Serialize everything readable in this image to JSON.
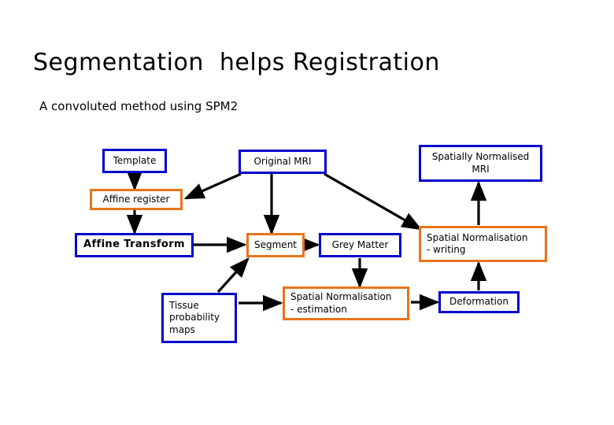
{
  "slide": {
    "title": "Segmentation  helps Registration",
    "subtitle": "A convoluted method using SPM2",
    "background_color": "#ffffff",
    "text_color": "#000000"
  },
  "palette": {
    "blue_border": "#0000cc",
    "orange_border": "#e8741a",
    "arrow_color": "#000000",
    "box_fill": "#ffffff"
  },
  "diagram": {
    "type": "flowchart",
    "nodes": [
      {
        "id": "template",
        "label": "Template",
        "color": "blue",
        "align": "center",
        "bold": false
      },
      {
        "id": "original_mri",
        "label": "Original MRI",
        "color": "blue",
        "align": "center",
        "bold": false
      },
      {
        "id": "sn_mri",
        "label": "Spatially Normalised\nMRI",
        "color": "blue",
        "align": "center",
        "bold": false
      },
      {
        "id": "affine_reg",
        "label": "Affine register",
        "color": "orange",
        "align": "center",
        "bold": false
      },
      {
        "id": "affine_trans",
        "label": "Affine Transform",
        "color": "blue",
        "align": "center",
        "bold": true
      },
      {
        "id": "segment",
        "label": "Segment",
        "color": "orange",
        "align": "center",
        "bold": false
      },
      {
        "id": "grey_matter",
        "label": "Grey Matter",
        "color": "blue",
        "align": "center",
        "bold": false
      },
      {
        "id": "sn_writing",
        "label": "Spatial Normalisation\n- writing",
        "color": "orange",
        "align": "left",
        "bold": false
      },
      {
        "id": "tissue_maps",
        "label": "Tissue\nprobability\nmaps",
        "color": "blue",
        "align": "left",
        "bold": false
      },
      {
        "id": "sn_estimation",
        "label": "Spatial Normalisation\n- estimation",
        "color": "orange",
        "align": "left",
        "bold": false
      },
      {
        "id": "deformation",
        "label": "Deformation",
        "color": "blue",
        "align": "center",
        "bold": false
      }
    ],
    "edges": [
      {
        "from": "template",
        "to": "affine_reg",
        "style": "straight-down"
      },
      {
        "from": "affine_reg",
        "to": "affine_trans",
        "style": "straight-down"
      },
      {
        "from": "original_mri",
        "to": "affine_reg",
        "style": "diagonal"
      },
      {
        "from": "original_mri",
        "to": "segment",
        "style": "straight-down"
      },
      {
        "from": "original_mri",
        "to": "sn_writing",
        "style": "diagonal"
      },
      {
        "from": "affine_trans",
        "to": "segment",
        "style": "straight-right"
      },
      {
        "from": "segment",
        "to": "grey_matter",
        "style": "straight-right"
      },
      {
        "from": "tissue_maps",
        "to": "segment",
        "style": "diagonal"
      },
      {
        "from": "tissue_maps",
        "to": "sn_estimation",
        "style": "straight-right"
      },
      {
        "from": "grey_matter",
        "to": "sn_estimation",
        "style": "straight-down"
      },
      {
        "from": "sn_estimation",
        "to": "deformation",
        "style": "straight-right"
      },
      {
        "from": "deformation",
        "to": "sn_writing",
        "style": "straight-up"
      },
      {
        "from": "sn_writing",
        "to": "sn_mri",
        "style": "straight-up"
      }
    ]
  }
}
